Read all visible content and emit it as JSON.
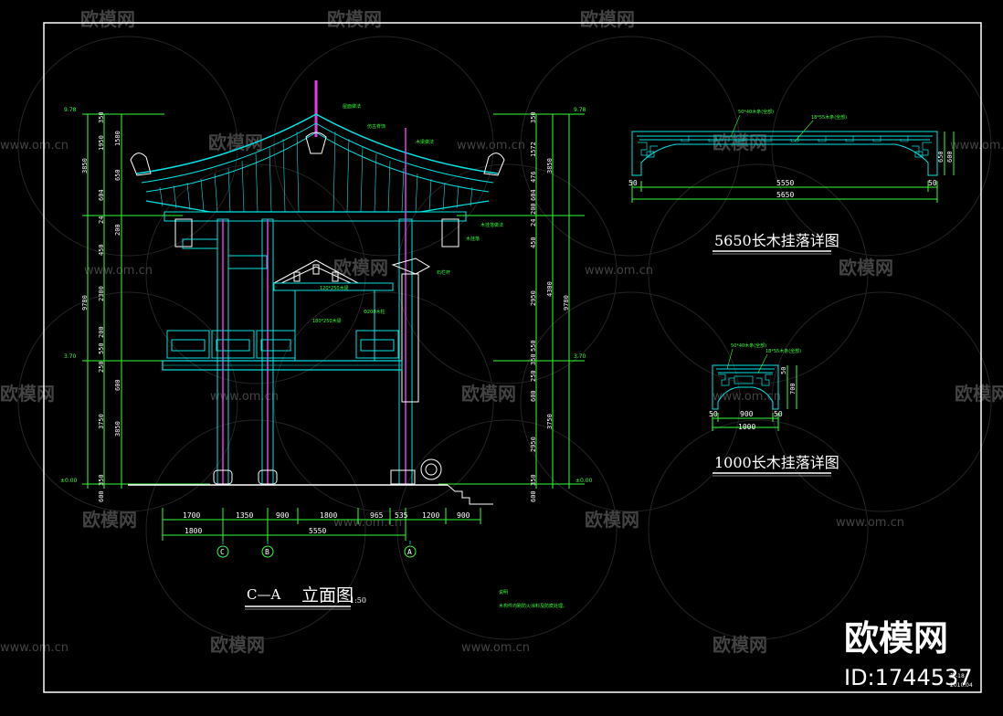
{
  "watermark": {
    "brand": "欧模网",
    "url": "www.om.cn"
  },
  "left_elevation": {
    "title_prefix": "C—A",
    "title": "立面图",
    "scale": "1:50",
    "grid_labels": [
      "C",
      "B",
      "A"
    ],
    "bottom_dims_row1": [
      "1700",
      "1350",
      "900",
      "1800",
      "965",
      "535",
      "1200",
      "900"
    ],
    "bottom_dims_row2": [
      "1800",
      "5550"
    ],
    "left_dims": [
      "350",
      "1950",
      "3850",
      "1580",
      "604",
      "650",
      "24",
      "200",
      "450",
      "9780",
      "2300",
      "200",
      "550",
      "250",
      "600",
      "3750",
      "3850",
      "350",
      "600"
    ],
    "right_dims": [
      "350",
      "1572",
      "3850",
      "476",
      "604",
      "200",
      "24",
      "450",
      "4300",
      "2950",
      "9780",
      "550",
      "350",
      "250",
      "600",
      "3750",
      "2950",
      "350",
      "600"
    ],
    "level_marks": [
      "±0.00",
      "3.70",
      "9.78"
    ],
    "annotations": [
      "屋面做法",
      "仿古脊饰",
      "木梁做法",
      "120*250木梁",
      "180*250木梁",
      "Φ200木柱",
      "木挂落",
      "石栏杆",
      "木挂落做法"
    ],
    "notes_title": "说明",
    "notes_text": "木构件均刷防火涂料及防腐处理。"
  },
  "detail_5650": {
    "title": "5650长木挂落详图",
    "dims_bottom": [
      "50",
      "5550",
      "50"
    ],
    "total": "5650",
    "dims_right": [
      "650",
      "600"
    ],
    "labels": [
      "50*40木条(全部)",
      "18*55木条(全部)"
    ]
  },
  "detail_1000": {
    "title": "1000长木挂落详图",
    "dims_bottom": [
      "50",
      "900",
      "50"
    ],
    "total": "1000",
    "dims_right": [
      "50",
      "700"
    ],
    "labels": [
      "50*40木条(全部)",
      "18*55木条(全部)"
    ]
  },
  "id_badge": {
    "brand": "欧模网",
    "id": "ID:1744537"
  },
  "sheet_info": {
    "sheet_no": "建-18",
    "date": "2010.04"
  },
  "colors": {
    "background": "#000000",
    "frame": "#ffffff",
    "cyan": "#00e5e5",
    "green": "#33ff33",
    "magenta": "#e040e0",
    "white": "#ffffff"
  }
}
